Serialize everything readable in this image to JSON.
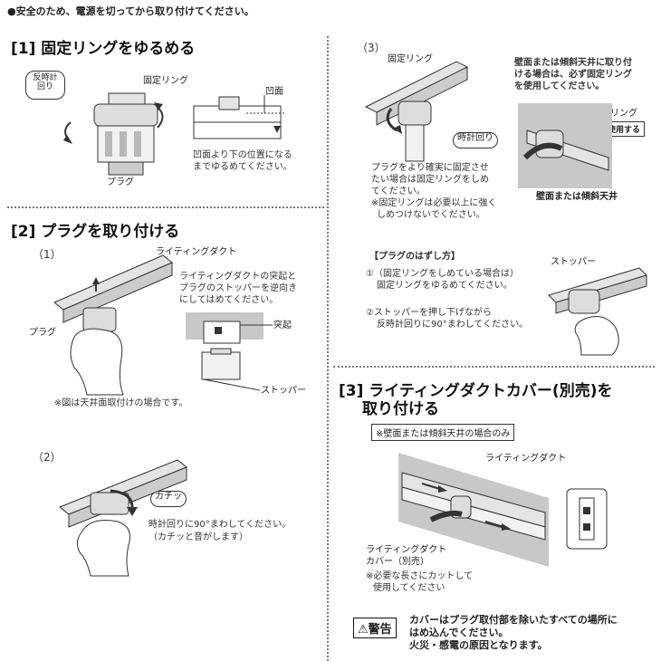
{
  "safety_note": "●安全のため、電源を切ってから取り付けてください。",
  "section1": {
    "title": "[1] 固定リングをゆるめる",
    "label_ccw": "反時計\n回り",
    "label_ring": "固定リング",
    "label_recess": "凹面",
    "label_plug": "プラグ",
    "note_line1": "凹面より下の位置になる",
    "note_line2": "までゆるめてください。"
  },
  "section2": {
    "title": "[2] プラグを取り付ける",
    "step1_num": "（1）",
    "label_duct": "ライティングダクト",
    "desc_line1": "ライティングダクトの突起と",
    "desc_line2": "プラグのストッパーを逆向き",
    "desc_line3": "にしてはめてください。",
    "label_protrusion": "突起",
    "label_plug": "プラグ",
    "label_stopper": "ストッパー",
    "note_ceiling": "※図は天井面取付けの場合です。",
    "step2_num": "（2）",
    "label_click": "カチッ",
    "turn_line1": "時計回りに90°まわしてください。",
    "turn_line2": "（カチッと音がします）"
  },
  "section3": {
    "step3_num": "（3）",
    "label_ring": "固定リング",
    "label_cw": "時計回り",
    "secure_line1": "プラグをより確実に固定させ",
    "secure_line2": "たい場合は固定リングをしめ",
    "secure_line3": "てください。",
    "secure_note1": "※固定リングは必要以上に強く",
    "secure_note2": "しめつけないでください。",
    "wall_line1": "壁面または傾斜天井に取り付",
    "wall_line2": "ける場合は、必ず固定リング",
    "wall_line3": "を使用してください。",
    "label_ring2": "固定リング",
    "label_must": "必ず使用する",
    "label_wall": "壁面または傾斜天井",
    "remove_title": "【プラグのはずし方】",
    "remove1_line1": "①（固定リングをしめている場合は）",
    "remove1_line2": "固定リングをゆるめてください。",
    "remove2_line1": "②ストッパーを押し下げながら",
    "remove2_line2": "反時計回りに90°まわしてください。",
    "label_stopper": "ストッパー"
  },
  "section4": {
    "title_line1": "[3] ライティングダクトカバー(別売)を",
    "title_line2": "取り付ける",
    "only_note": "※壁面または傾斜天井の場合のみ",
    "label_duct": "ライティングダクト",
    "cover_line1": "ライティングダクト",
    "cover_line2": "カバー（別売）",
    "cut_line1": "※必要な長さにカットして",
    "cut_line2": "使用してください",
    "warn_badge": "⚠警告",
    "warn_line1": "カバーはプラグ取付部を除いたすべての場所に",
    "warn_line2": "はめ込んでください。",
    "warn_line3": "火災・感電の原因となります。"
  },
  "colors": {
    "line": "#333333",
    "shade": "#b8b8b8",
    "fill": "#e4e4e4"
  }
}
